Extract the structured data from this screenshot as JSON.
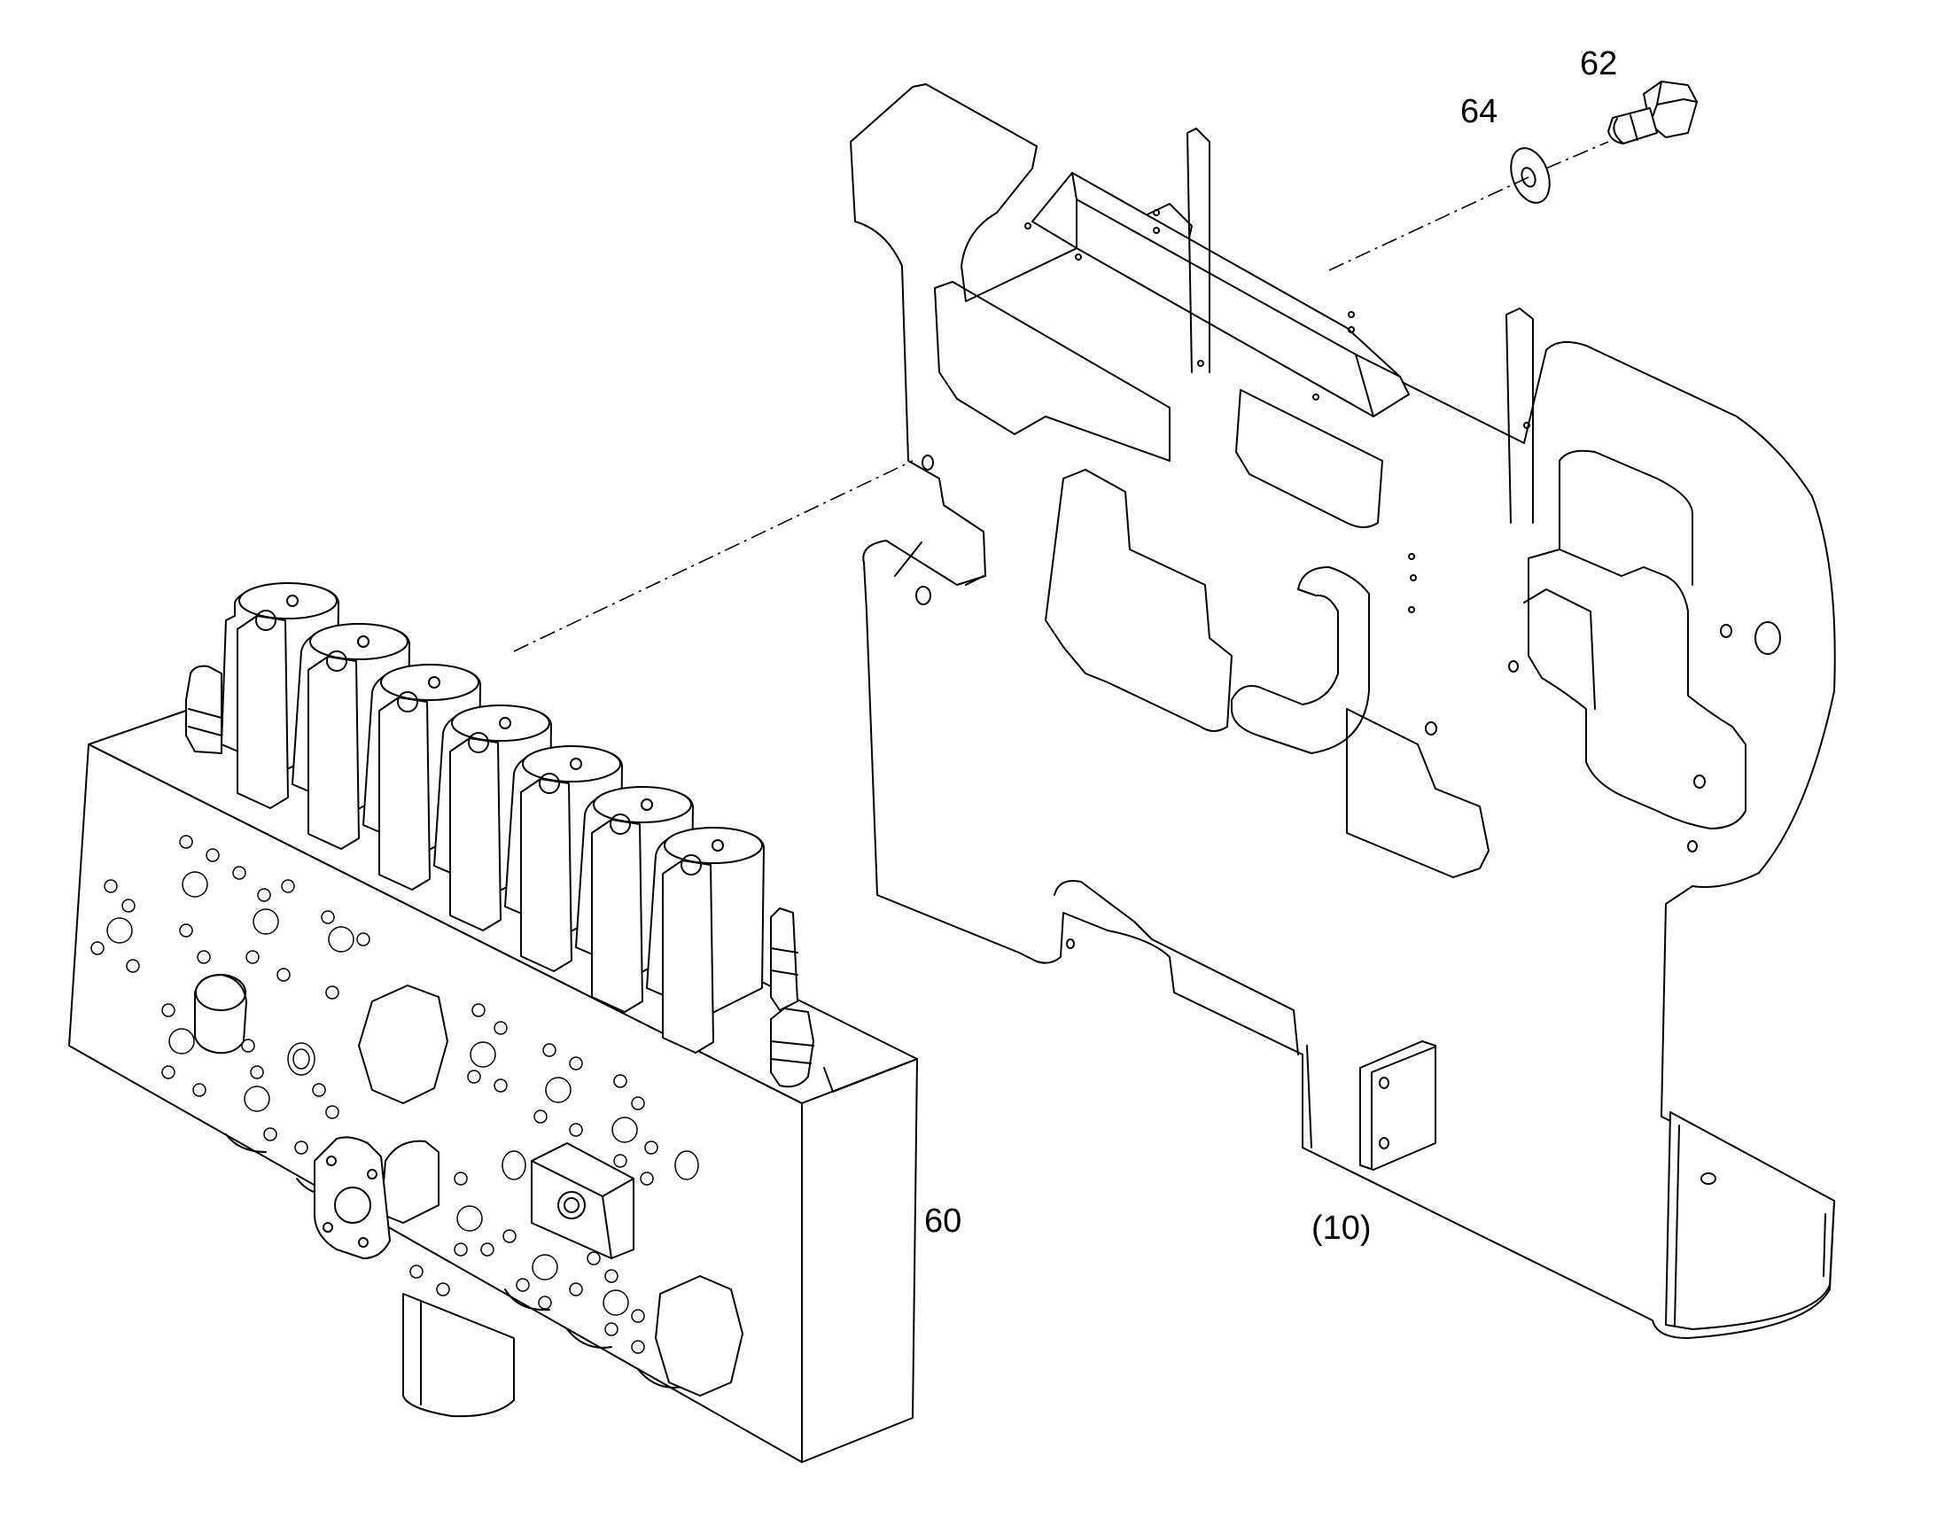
{
  "callouts": {
    "bolt": "62",
    "washer": "64",
    "valve_block": "60",
    "bracket": "(10)"
  }
}
